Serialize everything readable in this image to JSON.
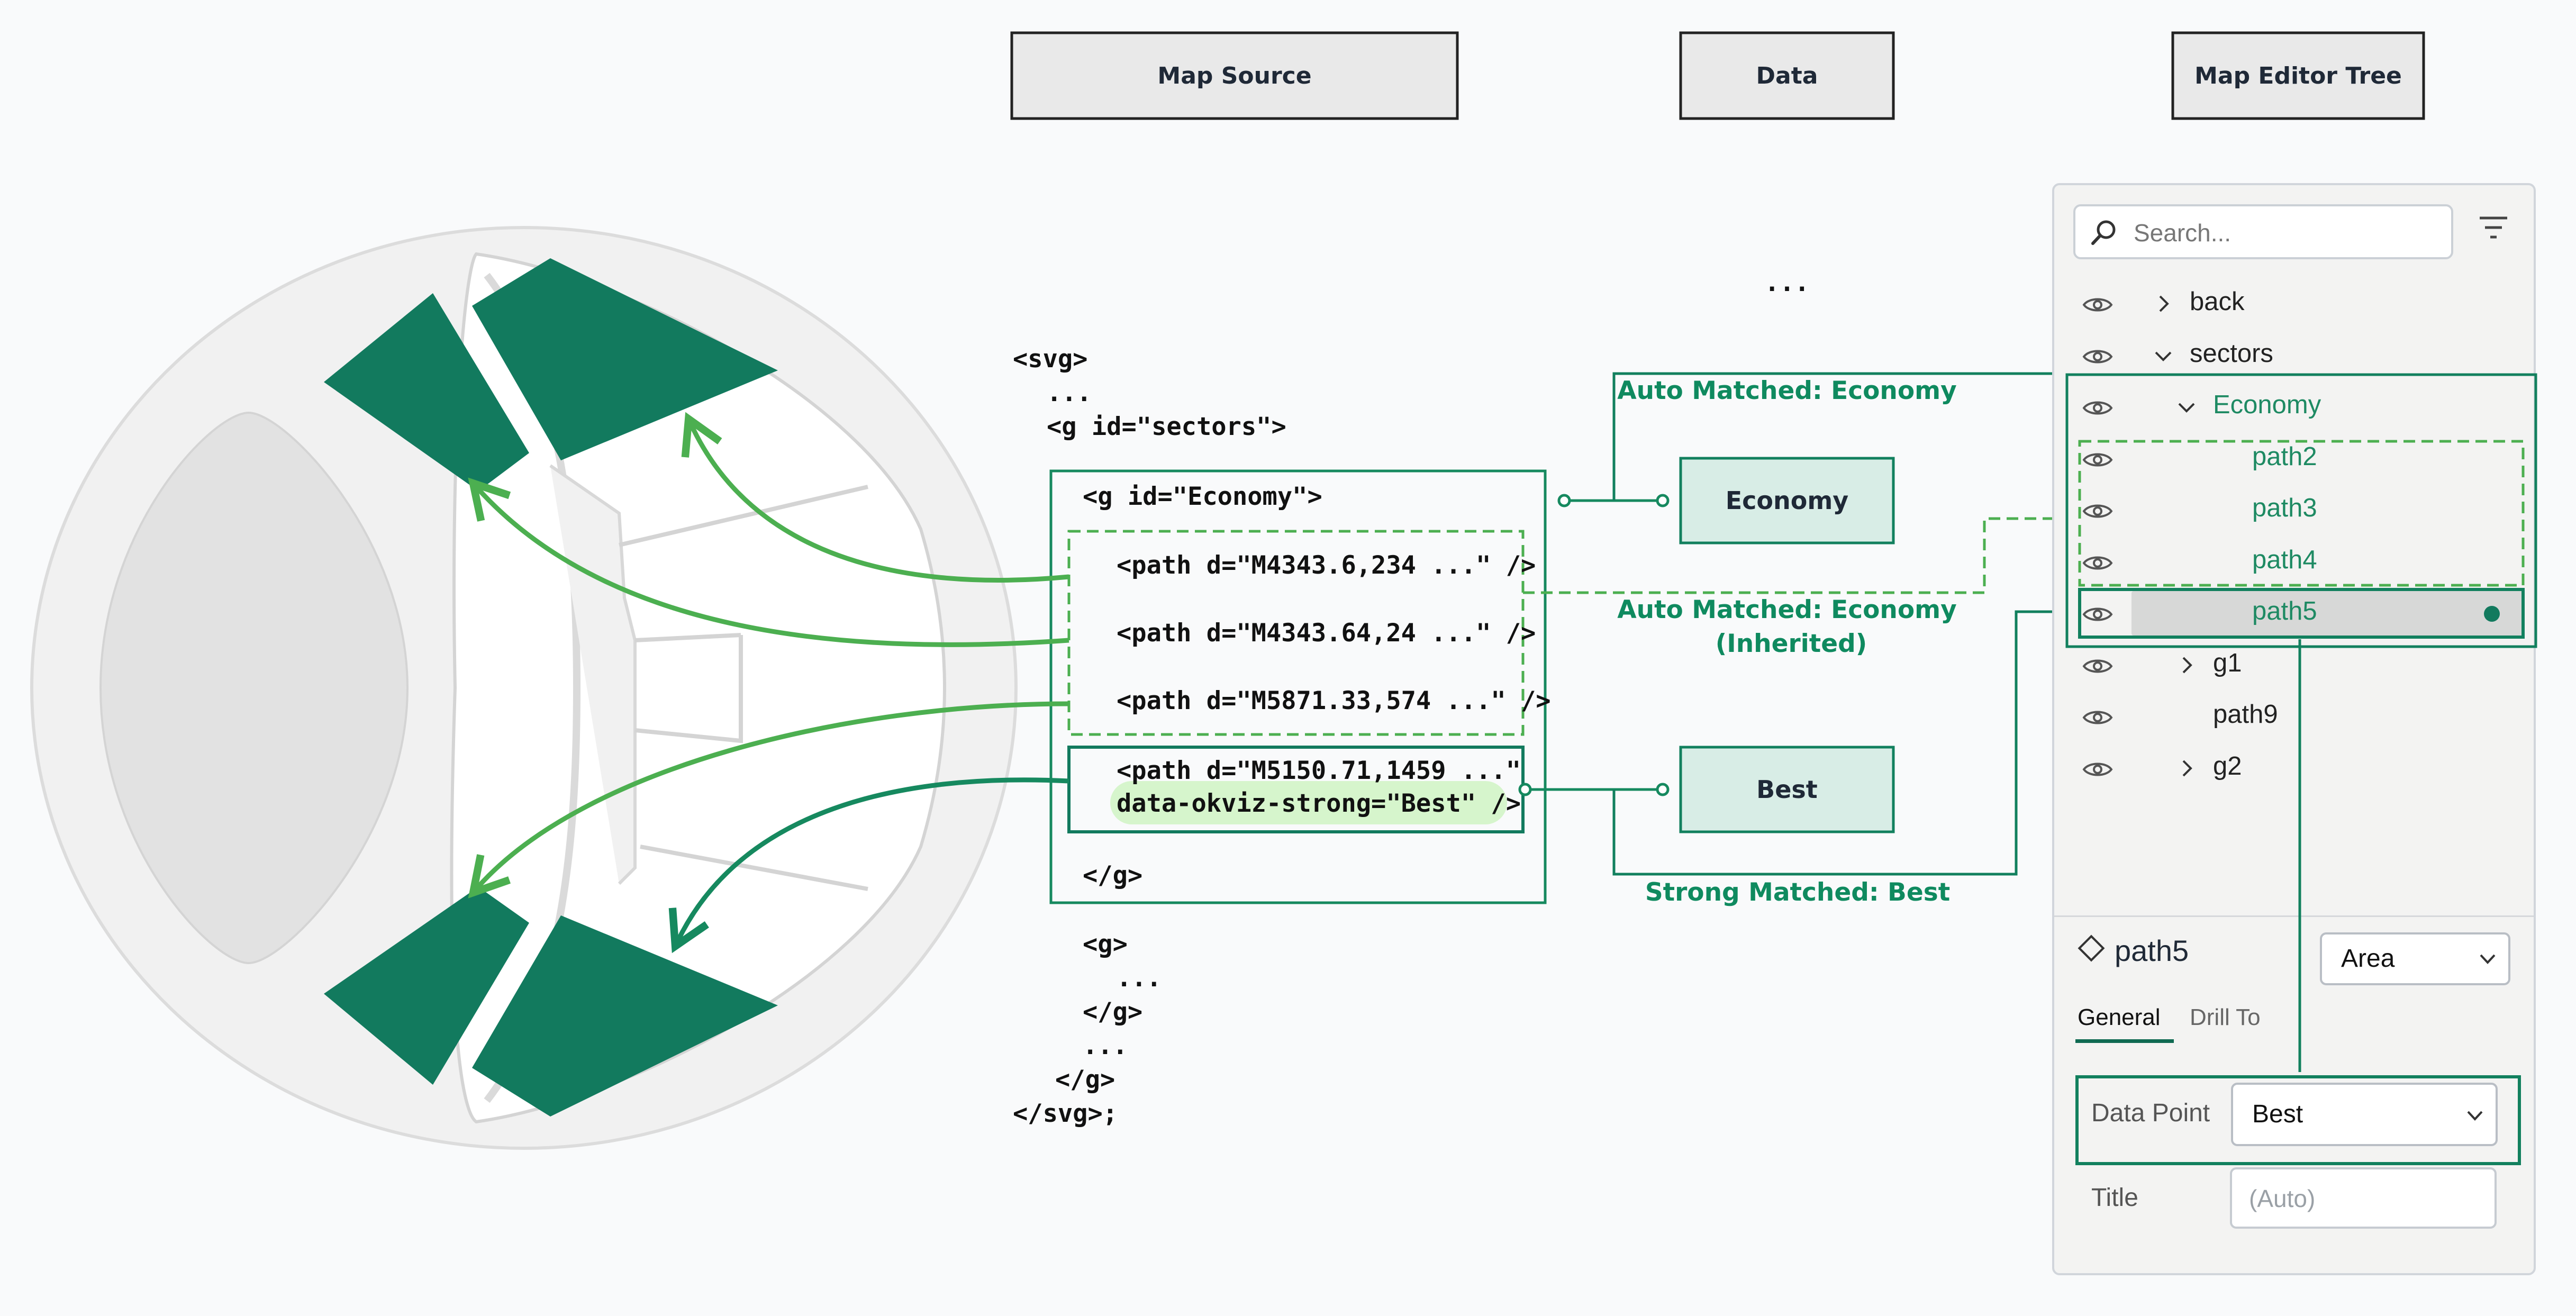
{
  "headers": {
    "map_source": "Map Source",
    "data": "Data",
    "map_editor_tree": "Map Editor Tree"
  },
  "ellipsis": "...",
  "code": {
    "svg_open": "<svg>",
    "dots1": "...",
    "g_sectors": "<g id=\"sectors\">",
    "g_economy": "<g id=\"Economy\">",
    "path1": "<path d=\"M4343.6,234 ...\" />",
    "path2": "<path d=\"M4343.64,24 ...\" />",
    "path3": "<path d=\"M5871.33,574 ...\" />",
    "path4_line1": "<path d=\"M5150.71,1459 ...\"",
    "path4_line2": "data-okviz-strong=\"Best\" />",
    "g_close_inner": "</g>",
    "g_open2": "<g>",
    "dots2": "...",
    "g_close2": "</g>",
    "dots3": "...",
    "g_close3": "</g>",
    "svg_close": "</svg>;"
  },
  "data_boxes": {
    "economy": "Economy",
    "best": "Best"
  },
  "labels": {
    "auto_matched": "Auto Matched: Economy",
    "auto_inherited_1": "Auto Matched: Economy",
    "auto_inherited_2": "(Inherited)",
    "strong_matched": "Strong Matched: Best"
  },
  "colors": {
    "accent_dark": "#127a5e",
    "accent_bright": "#4caf50",
    "accent_mid": "#16895f",
    "tree_green_text": "#1e8a63",
    "highlight_bg": "#d6f5cc",
    "data_box_bg": "#d8ede6"
  },
  "panel": {
    "search_placeholder": "Search...",
    "search_icon": "search-icon",
    "filter_icon": "filter-icon",
    "tree": [
      {
        "label": "back",
        "chevron": "right",
        "state": "normal"
      },
      {
        "label": "sectors",
        "chevron": "down",
        "state": "normal"
      },
      {
        "label": "Economy",
        "chevron": "down",
        "state": "matched"
      },
      {
        "label": "path2",
        "chevron": "none",
        "state": "matched"
      },
      {
        "label": "path3",
        "chevron": "none",
        "state": "matched"
      },
      {
        "label": "path4",
        "chevron": "none",
        "state": "matched"
      },
      {
        "label": "path5",
        "chevron": "none",
        "state": "selected"
      },
      {
        "label": "g1",
        "chevron": "right",
        "state": "normal"
      },
      {
        "label": "path9",
        "chevron": "none",
        "state": "normal"
      },
      {
        "label": "g2",
        "chevron": "right",
        "state": "normal"
      }
    ],
    "selected_name": "path5",
    "type_value": "Area",
    "tabs": [
      "General",
      "Drill To"
    ],
    "active_tab": "General",
    "data_point_label": "Data Point",
    "data_point_value": "Best",
    "title_label": "Title",
    "title_placeholder": "(Auto)"
  }
}
